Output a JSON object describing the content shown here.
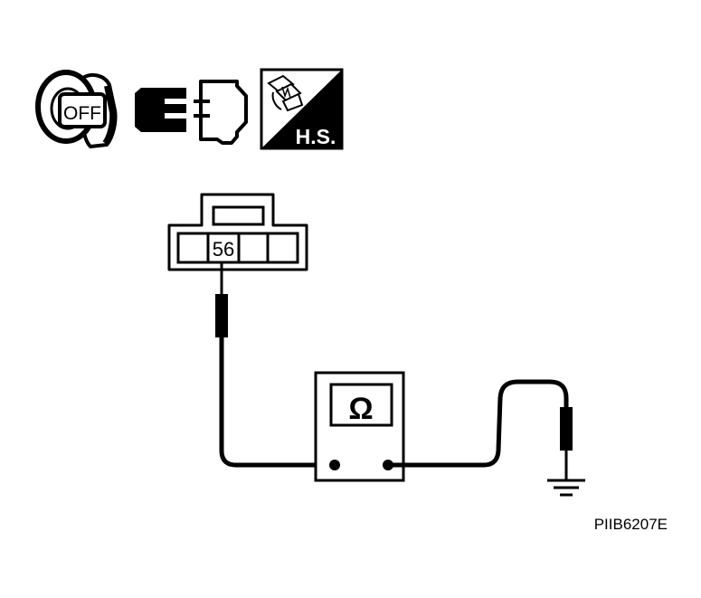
{
  "icons": {
    "ignition_key": {
      "label": "OFF",
      "icon": "ignition-key-icon"
    },
    "connector_disconnect": {
      "icon": "connector-disconnect-icon"
    },
    "harness_side": {
      "label": "H.S.",
      "icon": "harness-side-icon"
    }
  },
  "connector": {
    "terminal_number": "56"
  },
  "meter": {
    "symbol": "Ω",
    "icon": "ohmmeter-icon"
  },
  "ground": {
    "icon": "ground-icon"
  },
  "figure_id": "PIIB6207E",
  "colors": {
    "line": "#000000",
    "background": "#ffffff"
  }
}
